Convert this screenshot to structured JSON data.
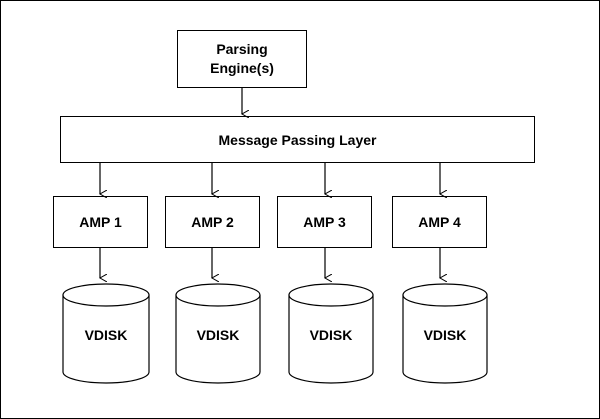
{
  "parsing_engine": {
    "line1": "Parsing",
    "line2": "Engine(s)"
  },
  "message_layer": {
    "label": "Message Passing Layer"
  },
  "amps": [
    {
      "label": "AMP 1"
    },
    {
      "label": "AMP 2"
    },
    {
      "label": "AMP 3"
    },
    {
      "label": "AMP 4"
    }
  ],
  "vdisks": [
    {
      "label": "VDISK"
    },
    {
      "label": "VDISK"
    },
    {
      "label": "VDISK"
    },
    {
      "label": "VDISK"
    }
  ]
}
